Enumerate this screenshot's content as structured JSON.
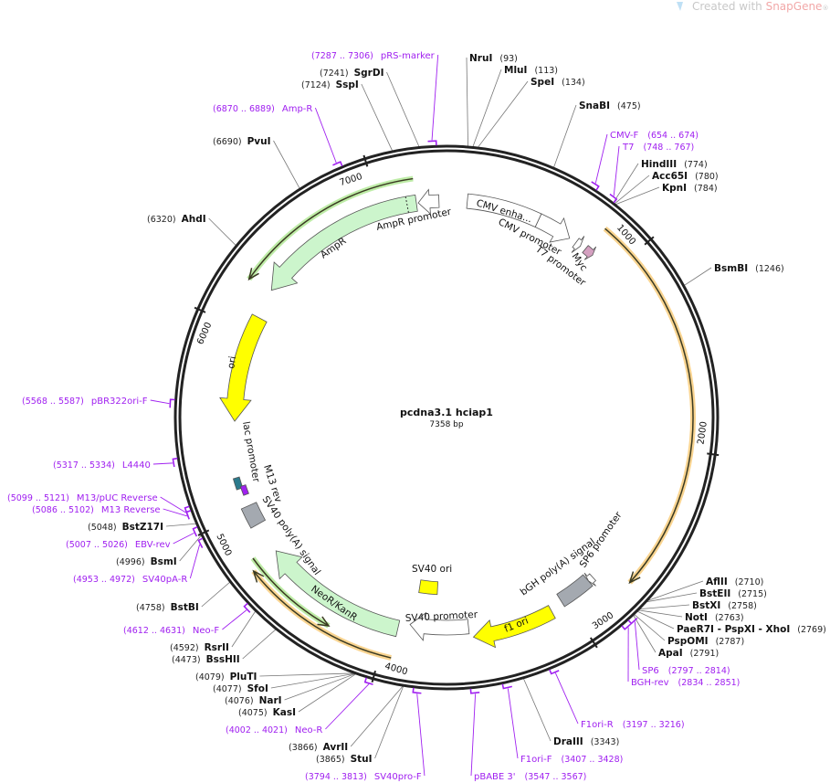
{
  "watermark": {
    "prefix": "Created with ",
    "brand": "SnapGene",
    "suffix": "®"
  },
  "map": {
    "title": "pcdna3.1 hciap1",
    "length_label": "7358 bp",
    "length": 7358
  },
  "ticks": [
    "1000",
    "2000",
    "3000",
    "4000",
    "5000",
    "6000",
    "7000"
  ],
  "colors": {
    "primer": "#a020f0",
    "backbone": "#222222",
    "orf": "#f7c66b",
    "resistance": "#ccf5cc",
    "origin": "#ffff00",
    "polyA": "#a4a9b0",
    "tag": "#d4a0c0"
  },
  "enzymes": [
    {
      "name": "NruI",
      "pos": "(93)",
      "bp": 93
    },
    {
      "name": "MluI",
      "pos": "(113)",
      "bp": 113
    },
    {
      "name": "SpeI",
      "pos": "(134)",
      "bp": 134
    },
    {
      "name": "SnaBI",
      "pos": "(475)",
      "bp": 475
    },
    {
      "name": "HindIII",
      "pos": "(774)",
      "bp": 774
    },
    {
      "name": "Acc65I",
      "pos": "(780)",
      "bp": 780
    },
    {
      "name": "KpnI",
      "pos": "(784)",
      "bp": 784
    },
    {
      "name": "BsmBI",
      "pos": "(1246)",
      "bp": 1246
    },
    {
      "name": "AflII",
      "pos": "(2710)",
      "bp": 2710
    },
    {
      "name": "BstEII",
      "pos": "(2715)",
      "bp": 2715
    },
    {
      "name": "BstXI",
      "pos": "(2758)",
      "bp": 2758
    },
    {
      "name": "NotI",
      "pos": "(2763)",
      "bp": 2763
    },
    {
      "name": "PaeR7I  - PspXI  - XhoI",
      "pos": "(2769)",
      "bp": 2769
    },
    {
      "name": "PspOMI",
      "pos": "(2787)",
      "bp": 2787
    },
    {
      "name": "ApaI",
      "pos": "(2791)",
      "bp": 2791
    },
    {
      "name": "DraIII",
      "pos": "(3343)",
      "bp": 3343
    },
    {
      "name": "StuI",
      "pos": "(3865)",
      "bp": 3865
    },
    {
      "name": "AvrII",
      "pos": "(3866)",
      "bp": 3866
    },
    {
      "name": "KasI",
      "pos": "(4075)",
      "bp": 4075
    },
    {
      "name": "NarI",
      "pos": "(4076)",
      "bp": 4076
    },
    {
      "name": "SfoI",
      "pos": "(4077)",
      "bp": 4077
    },
    {
      "name": "PluTI",
      "pos": "(4079)",
      "bp": 4079
    },
    {
      "name": "BssHII",
      "pos": "(4473)",
      "bp": 4473
    },
    {
      "name": "RsrII",
      "pos": "(4592)",
      "bp": 4592
    },
    {
      "name": "BstBI",
      "pos": "(4758)",
      "bp": 4758
    },
    {
      "name": "BsmI",
      "pos": "(4996)",
      "bp": 4996
    },
    {
      "name": "BstZ17I",
      "pos": "(5048)",
      "bp": 5048
    },
    {
      "name": "AhdI",
      "pos": "(6320)",
      "bp": 6320
    },
    {
      "name": "PvuI",
      "pos": "(6690)",
      "bp": 6690
    },
    {
      "name": "SspI",
      "pos": "(7124)",
      "bp": 7124
    },
    {
      "name": "SgrDI",
      "pos": "(7241)",
      "bp": 7241
    }
  ],
  "primers": [
    {
      "name": "pRS-marker",
      "range": "(7287 .. 7306)",
      "start": 7287,
      "end": 7306
    },
    {
      "name": "Amp-R",
      "range": "(6870 .. 6889)",
      "start": 6870,
      "end": 6889
    },
    {
      "name": "CMV-F",
      "range": "(654 .. 674)",
      "start": 654,
      "end": 674
    },
    {
      "name": "T7",
      "range": "(748 .. 767)",
      "start": 748,
      "end": 767
    },
    {
      "name": "pBR322ori-F",
      "range": "(5568 .. 5587)",
      "start": 5568,
      "end": 5587
    },
    {
      "name": "L4440",
      "range": "(5317 .. 5334)",
      "start": 5317,
      "end": 5334
    },
    {
      "name": "M13/pUC Reverse",
      "range": "(5099 .. 5121)",
      "start": 5099,
      "end": 5121
    },
    {
      "name": "M13 Reverse",
      "range": "(5086 .. 5102)",
      "start": 5086,
      "end": 5102
    },
    {
      "name": "EBV-rev",
      "range": "(5007 .. 5026)",
      "start": 5007,
      "end": 5026
    },
    {
      "name": "SV40pA-R",
      "range": "(4953 .. 4972)",
      "start": 4953,
      "end": 4972
    },
    {
      "name": "Neo-F",
      "range": "(4612 .. 4631)",
      "start": 4612,
      "end": 4631
    },
    {
      "name": "Neo-R",
      "range": "(4002 .. 4021)",
      "start": 4002,
      "end": 4021
    },
    {
      "name": "SV40pro-F",
      "range": "(3794 .. 3813)",
      "start": 3794,
      "end": 3813
    },
    {
      "name": "pBABE 3'",
      "range": "(3547 .. 3567)",
      "start": 3547,
      "end": 3567
    },
    {
      "name": "F1ori-F",
      "range": "(3407 .. 3428)",
      "start": 3407,
      "end": 3428
    },
    {
      "name": "F1ori-R",
      "range": "(3197 .. 3216)",
      "start": 3197,
      "end": 3216
    },
    {
      "name": "SP6",
      "range": "(2797 .. 2814)",
      "start": 2797,
      "end": 2814
    },
    {
      "name": "BGH-rev",
      "range": "(2834 .. 2851)",
      "start": 2834,
      "end": 2851
    }
  ],
  "features": {
    "ampr_promoter": "AmpR promoter",
    "ampr": "AmpR",
    "cmv_enhancer": "CMV enha...",
    "cmv_promoter": "CMV promoter",
    "t7_promoter": "T7 promoter",
    "myc": "Myc",
    "ori": "ori",
    "lac_promoter": "lac promoter",
    "m13_rev": "M13 rev",
    "sv40_polya": "SV40 poly(A) signal",
    "neor": "NeoR/KanR",
    "sv40_promoter": "SV40 promoter",
    "sv40_ori": "SV40 ori",
    "f1_ori": "f1 ori",
    "bgh_polya": "bGH poly(A) signal",
    "sp6_promoter": "SP6 promoter"
  }
}
